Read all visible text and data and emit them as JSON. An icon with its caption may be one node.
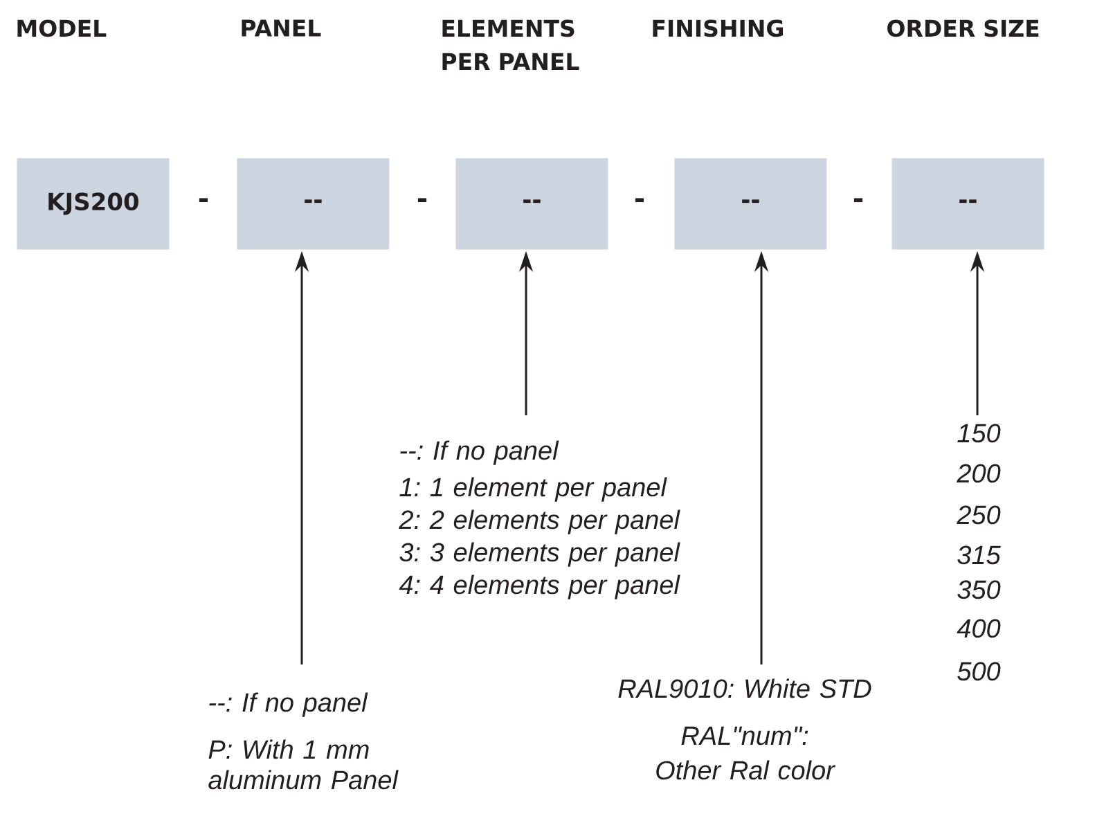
{
  "diagram": {
    "nodes": [
      {
        "text": [
          "KJS200"
        ]
      },
      {
        "text": [
          "--"
        ]
      },
      {
        "text": [
          "--"
        ]
      },
      {
        "text": [
          "--"
        ]
      },
      {
        "text": [
          "--"
        ]
      },
      {
        "text": [
          "--: If no panel",
          "P: With 1 mm aluminum Panel"
        ]
      },
      {
        "text": [
          "--: If no panel",
          "1: 1 element per panel",
          "2: 2 elements per panel",
          "3: 3 elements per panel",
          "4: 4 elements per panel"
        ]
      },
      {
        "text": [
          "RAL9010: White STD",
          "RAL\"num\": Other Ral color"
        ]
      },
      {
        "text": [
          "150",
          "200",
          "250",
          "315",
          "350",
          "400",
          "500"
        ]
      }
    ],
    "edges": [
      {
        "from": 5,
        "to": 1,
        "arrow": "to"
      },
      {
        "from": 6,
        "to": 2,
        "arrow": "to"
      },
      {
        "from": 7,
        "to": 3,
        "arrow": "to"
      },
      {
        "from": 8,
        "to": 4,
        "arrow": "to"
      }
    ],
    "labels": [
      "MODEL",
      "PANEL",
      "ELEMENTS PER PANEL",
      "FINISHING",
      "ORDER SIZE",
      "-",
      "-",
      "-",
      "-"
    ]
  }
}
